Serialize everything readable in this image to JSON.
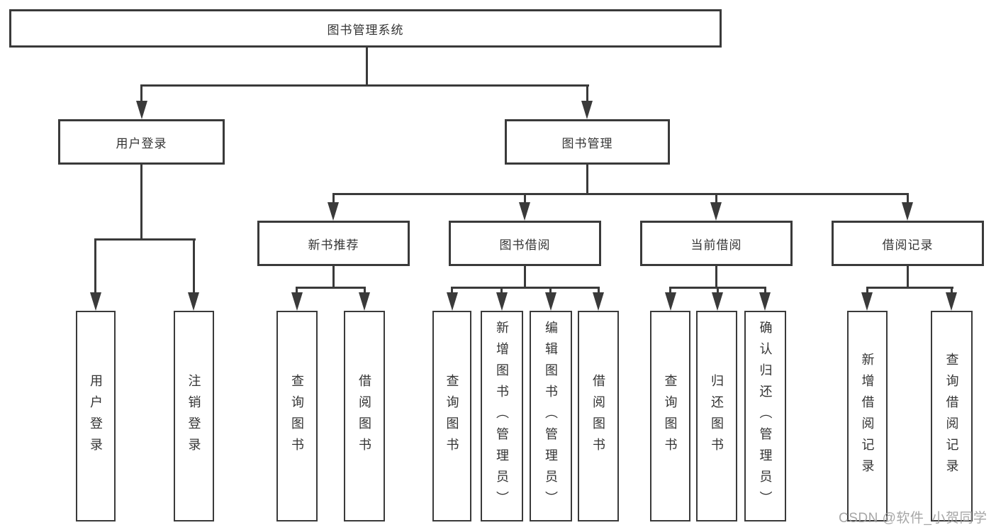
{
  "diagram": {
    "root": {
      "label": "图书管理系统"
    },
    "level2": {
      "user_login": {
        "label": "用户登录"
      },
      "book_mgmt": {
        "label": "图书管理"
      }
    },
    "level3": {
      "new_book_rec": {
        "label": "新书推荐"
      },
      "book_borrow": {
        "label": "图书借阅"
      },
      "current_borrow": {
        "label": "当前借阅"
      },
      "borrow_record": {
        "label": "借阅记录"
      }
    },
    "leaves": {
      "user_login": {
        "label": "用户登录"
      },
      "logout": {
        "label": "注销登录"
      },
      "query_book_rec": {
        "label": "查询图书"
      },
      "borrow_book_rec": {
        "label": "借阅图书"
      },
      "query_book_borrow": {
        "label": "查询图书"
      },
      "add_book_admin": {
        "label": "新增图书（管理员）"
      },
      "edit_book_admin": {
        "label": "编辑图书（管理员）"
      },
      "borrow_book_borrow": {
        "label": "借阅图书"
      },
      "query_book_current": {
        "label": "查询图书"
      },
      "return_book": {
        "label": "归还图书"
      },
      "confirm_return_admin": {
        "label": "确认归还（管理员）"
      },
      "add_borrow_record": {
        "label": "新增借阅记录"
      },
      "query_borrow_record": {
        "label": "查询借阅记录"
      }
    }
  },
  "watermark": "CSDN @软件_小贺同学",
  "colors": {
    "line": "#3a3a3a",
    "text": "#343434",
    "watermark": "#9e9e9e",
    "background": "#ffffff"
  }
}
